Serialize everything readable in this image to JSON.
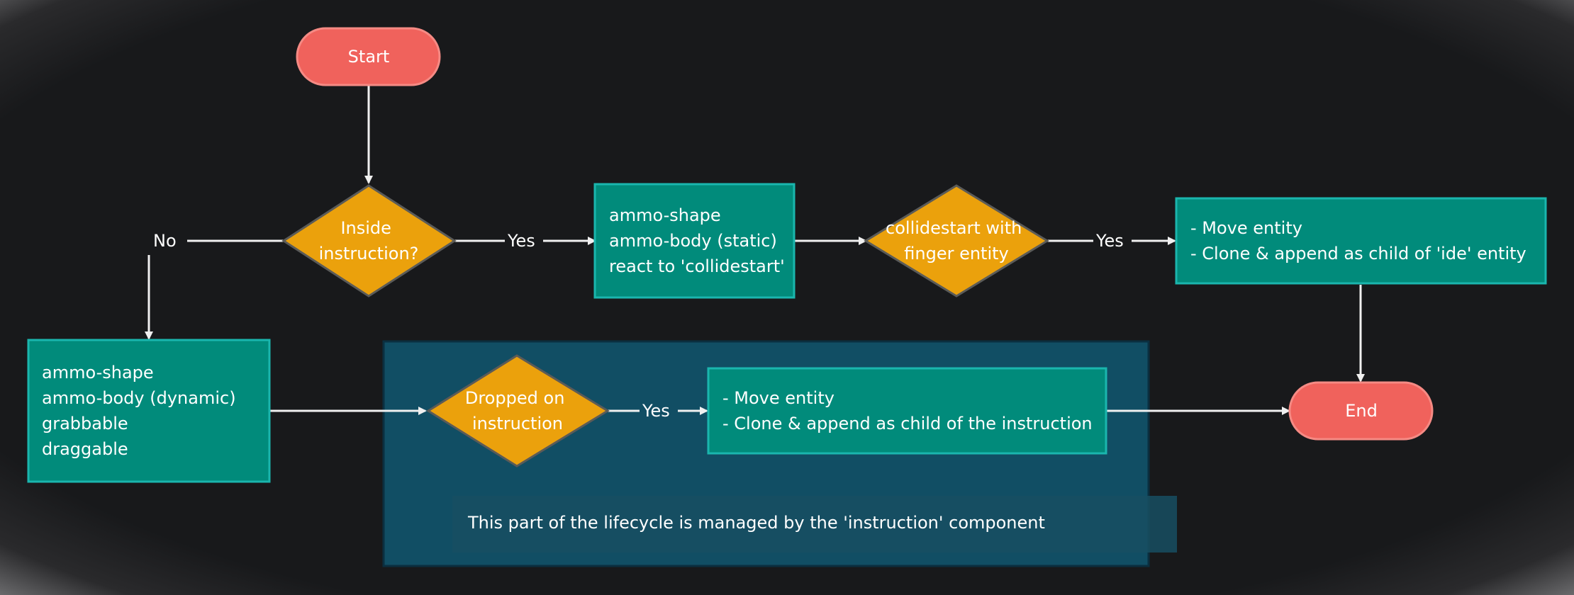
{
  "colors": {
    "background": "#18191b",
    "terminal": "#f0625c",
    "decision": "#eba10c",
    "process": "#018b7b",
    "process_border": "#1ab6ae",
    "group": "#114e64",
    "arrow": "#f0f0f0"
  },
  "nodes": {
    "start": "Start",
    "end": "End",
    "inside_instruction": [
      "Inside",
      "instruction?"
    ],
    "static_body": [
      "ammo-shape",
      "ammo-body (static)",
      "react to 'collidestart'"
    ],
    "collide_finger": [
      "collidestart with",
      "finger entity"
    ],
    "move_clone_ide": [
      "- Move entity",
      "- Clone & append as child of 'ide' entity"
    ],
    "dynamic_body": [
      "ammo-shape",
      "ammo-body (dynamic)",
      "grabbable",
      "draggable"
    ],
    "dropped_on": [
      "Dropped on",
      "instruction"
    ],
    "move_clone_instruction": [
      "- Move entity",
      "- Clone & append as child of the instruction"
    ]
  },
  "edges": {
    "no": "No",
    "yes_inside": "Yes",
    "yes_collide": "Yes",
    "yes_dropped": "Yes"
  },
  "group_note": "This part of the lifecycle is managed by the 'instruction' component"
}
